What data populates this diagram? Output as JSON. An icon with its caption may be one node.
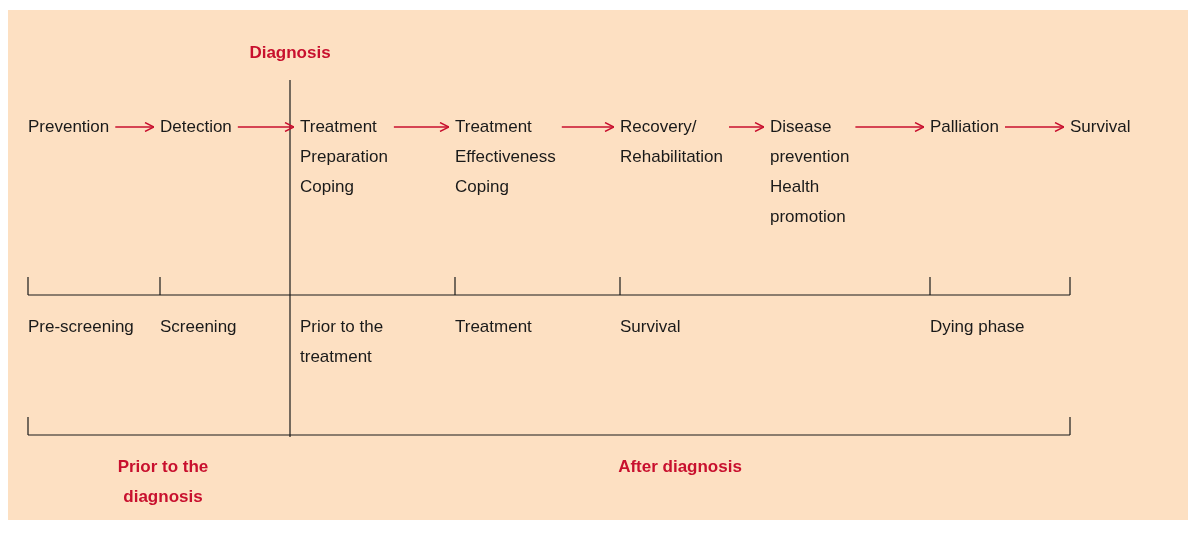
{
  "diagram": {
    "nodes": [
      {
        "text": [
          "Prevention"
        ]
      },
      {
        "text": [
          "Detection"
        ]
      },
      {
        "text": [
          "Treatment Preparation Coping"
        ]
      },
      {
        "text": [
          "Treatment Effectiveness Coping"
        ]
      },
      {
        "text": [
          "Recovery/ Rehabilitation"
        ]
      },
      {
        "text": [
          "Disease prevention Health promotion"
        ]
      },
      {
        "text": [
          "Palliation"
        ]
      },
      {
        "text": [
          "Survival"
        ]
      }
    ],
    "edges": [
      {
        "from": 0,
        "to": 1,
        "arrow": "to"
      },
      {
        "from": 1,
        "to": 2,
        "arrow": "to"
      },
      {
        "from": 2,
        "to": 3,
        "arrow": "to"
      },
      {
        "from": 3,
        "to": 4,
        "arrow": "to"
      },
      {
        "from": 4,
        "to": 5,
        "arrow": "to"
      },
      {
        "from": 5,
        "to": 6,
        "arrow": "to"
      },
      {
        "from": 6,
        "to": 7,
        "arrow": "to"
      }
    ],
    "labels": [
      "Diagnosis",
      "Pre-screening",
      "Screening",
      "Prior to the treatment",
      "Treatment",
      "Survival",
      "Dying phase",
      "Prior to the diagnosis",
      "After diagnosis"
    ]
  }
}
